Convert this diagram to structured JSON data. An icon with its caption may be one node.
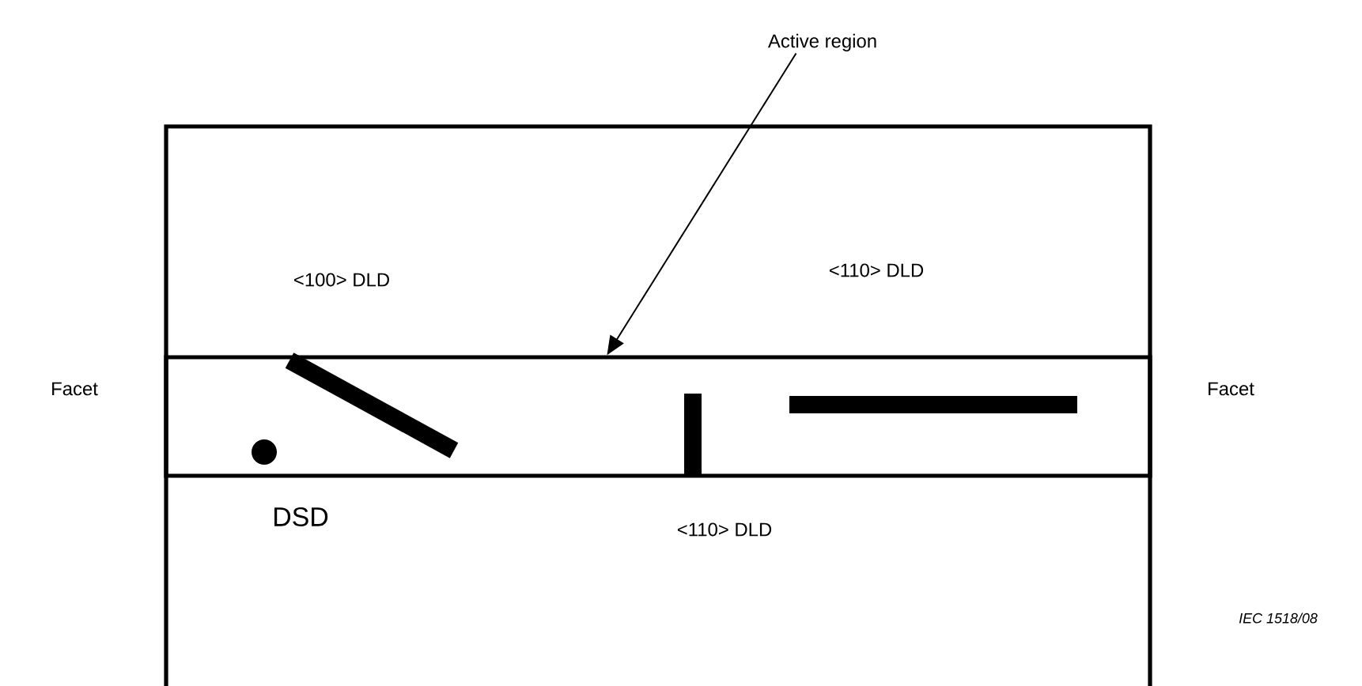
{
  "diagram": {
    "nodes": [
      {
        "text": [
          "Active region"
        ]
      },
      {
        "text": [],
        "shape": "box"
      }
    ],
    "edges": [
      {
        "from": 0,
        "to": 1,
        "arrow": "to"
      }
    ],
    "labels": [
      "<100> DLD",
      "<110> DLD",
      "Facet",
      "Facet",
      "DSD",
      "<110> DLD",
      "IEC 1518/08"
    ]
  }
}
